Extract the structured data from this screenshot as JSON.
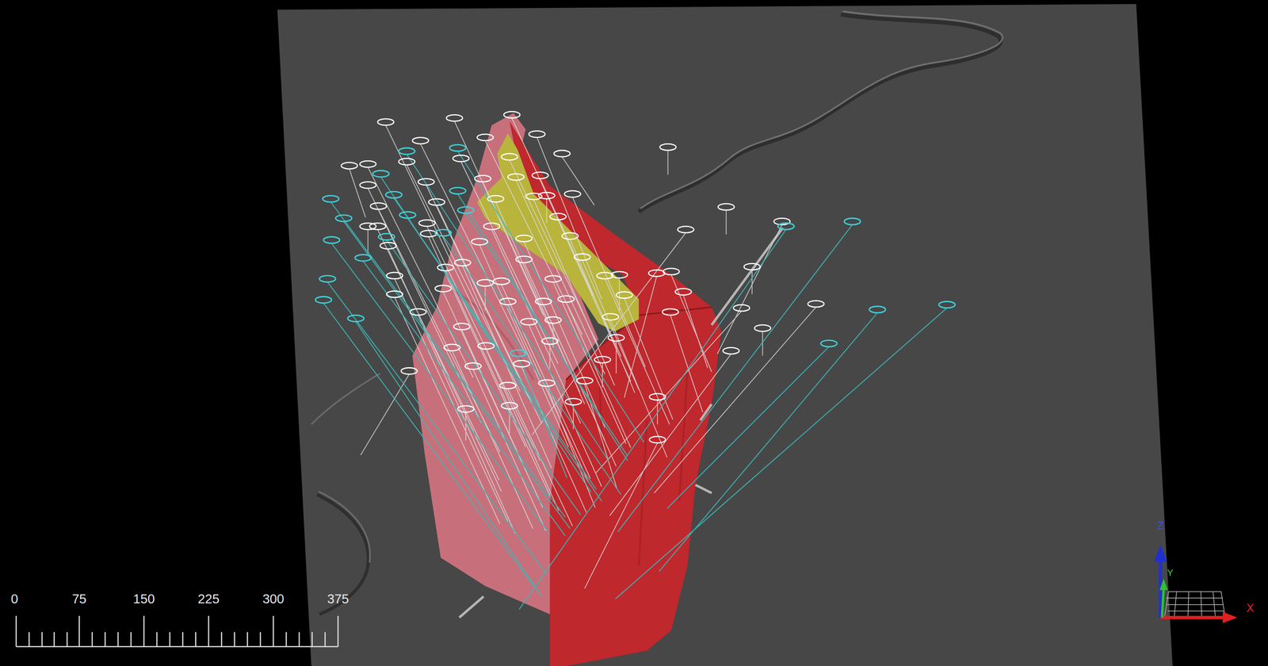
{
  "diagram": {
    "labels": [
      "0",
      "75",
      "150",
      "225",
      "300",
      "375",
      "Z",
      "Y",
      "X"
    ]
  }
}
